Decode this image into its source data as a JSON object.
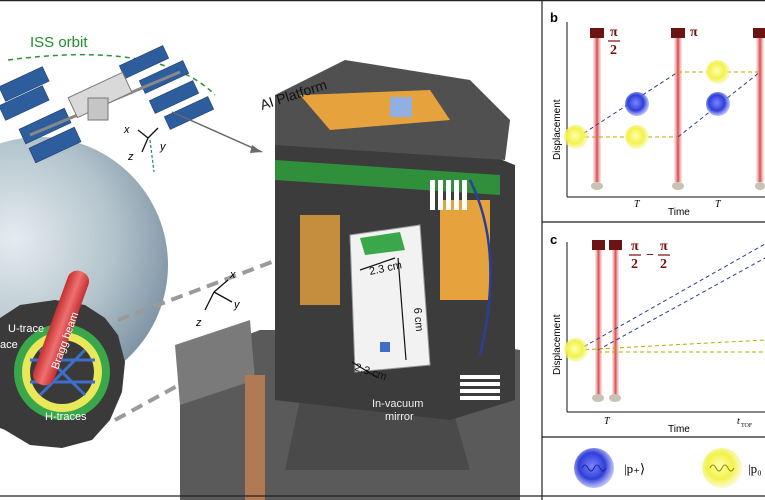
{
  "left_panel": {
    "iss_label": "ISS orbit",
    "platform_label": "AI Platform",
    "iss_axes": {
      "x": "x",
      "y": "y",
      "z": "z"
    },
    "main_axes": {
      "x": "x",
      "y": "y",
      "z": "z"
    },
    "inset_labels": {
      "u_trace": "U-trace",
      "ace": "ace",
      "bragg": "Bragg beam",
      "h_traces": "H-traces"
    },
    "dim_top": "2.3 cm",
    "dim_height": "6 cm",
    "dim_bottom": "2.3 cm",
    "mirror_line1": "In-vacuum",
    "mirror_line2": "mirror"
  },
  "panel_b": {
    "letter": "b",
    "ylabel": "Displacement",
    "xlabel": "Time",
    "pulse1_num": "π",
    "pulse1_den": "2",
    "pulse2": "π",
    "t1": "T",
    "t2": "T"
  },
  "panel_c": {
    "letter": "c",
    "ylabel": "Displacement",
    "xlabel": "Time",
    "pulse_a_num": "π",
    "pulse_a_den": "2",
    "pulse_minus": "−",
    "pulse_b_num": "π",
    "pulse_b_den": "2",
    "t_label": "T",
    "ttof": "t",
    "ttof_sub": "TOF"
  },
  "panel_d": {
    "ket_plus": "|p₊⟩",
    "ket_partial": "|p₀"
  },
  "colors": {
    "pulse_red": "#d84a4a",
    "pulse_box": "#6b1414",
    "path_blue": "#2b3f8f",
    "path_yellow": "#b8a800",
    "atom_blue": "#2f3fd8",
    "atom_yellow": "#e6e632",
    "pi_text": "#7a0e0e",
    "iss_label": "#1f8f2a",
    "earth": "#b7c5cf",
    "device_dark": "#3c3c3c",
    "pcb_green": "#2f8f3a"
  }
}
